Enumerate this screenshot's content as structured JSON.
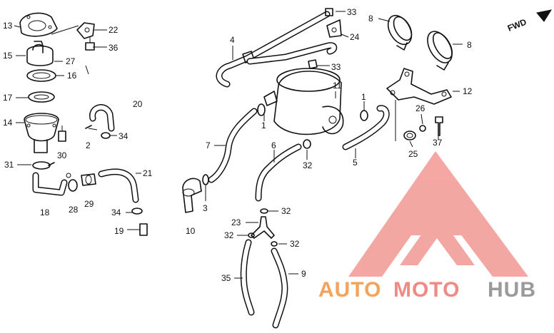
{
  "direction_label": "FWD",
  "labels": {
    "p1a": "1",
    "p1b": "1",
    "p2": "2",
    "p3": "3",
    "p4": "4",
    "p5": "5",
    "p6": "6",
    "p7": "7",
    "p8a": "8",
    "p8b": "8",
    "p9": "9",
    "p10": "10",
    "p11": "11",
    "p12": "12",
    "p13": "13",
    "p14": "14",
    "p15": "15",
    "p16": "16",
    "p17": "17",
    "p18": "18",
    "p19": "19",
    "p20": "20",
    "p21": "21",
    "p22": "22",
    "p23": "23",
    "p24": "24",
    "p25": "25",
    "p26": "26",
    "p27": "27",
    "p28": "28",
    "p29": "29",
    "p30": "30",
    "p31": "31",
    "p32a": "32",
    "p32b": "32",
    "p32c": "32",
    "p32d": "32",
    "p33a": "33",
    "p33b": "33",
    "p34a": "34",
    "p34b": "34",
    "p35": "35",
    "p36": "36",
    "p37": "37"
  },
  "watermark": {
    "part1": "AUTO",
    "part2": "MOTO",
    "part3": "HUB"
  },
  "colors": {
    "watermark_orange": "#f5a25a",
    "watermark_red": "#f08a84",
    "watermark_gray": "#9a9a9a",
    "line": "#111111"
  }
}
